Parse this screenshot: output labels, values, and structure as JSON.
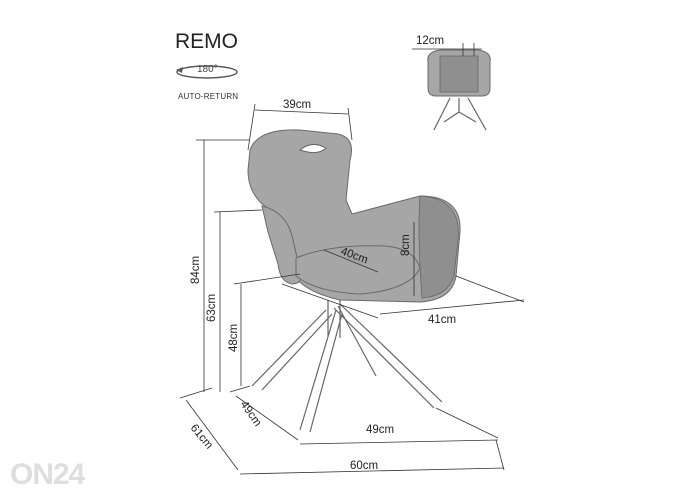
{
  "product": {
    "name": "REMO",
    "rotation_label": "180°",
    "rotation_feature": "AUTO-RETURN"
  },
  "dimensions": {
    "top_handle_width": "12cm",
    "back_width": "39cm",
    "seat_depth": "40cm",
    "armrest_height": "8cm",
    "seat_width": "41cm",
    "total_height": "84cm",
    "armrest_floor_height": "63cm",
    "seat_height": "48cm",
    "base_depth": "49cm",
    "base_width": "49cm",
    "total_depth": "61cm",
    "total_width": "60cm"
  },
  "watermark": "ON24",
  "colors": {
    "fabric": "#a6a6a6",
    "line": "#333333"
  }
}
